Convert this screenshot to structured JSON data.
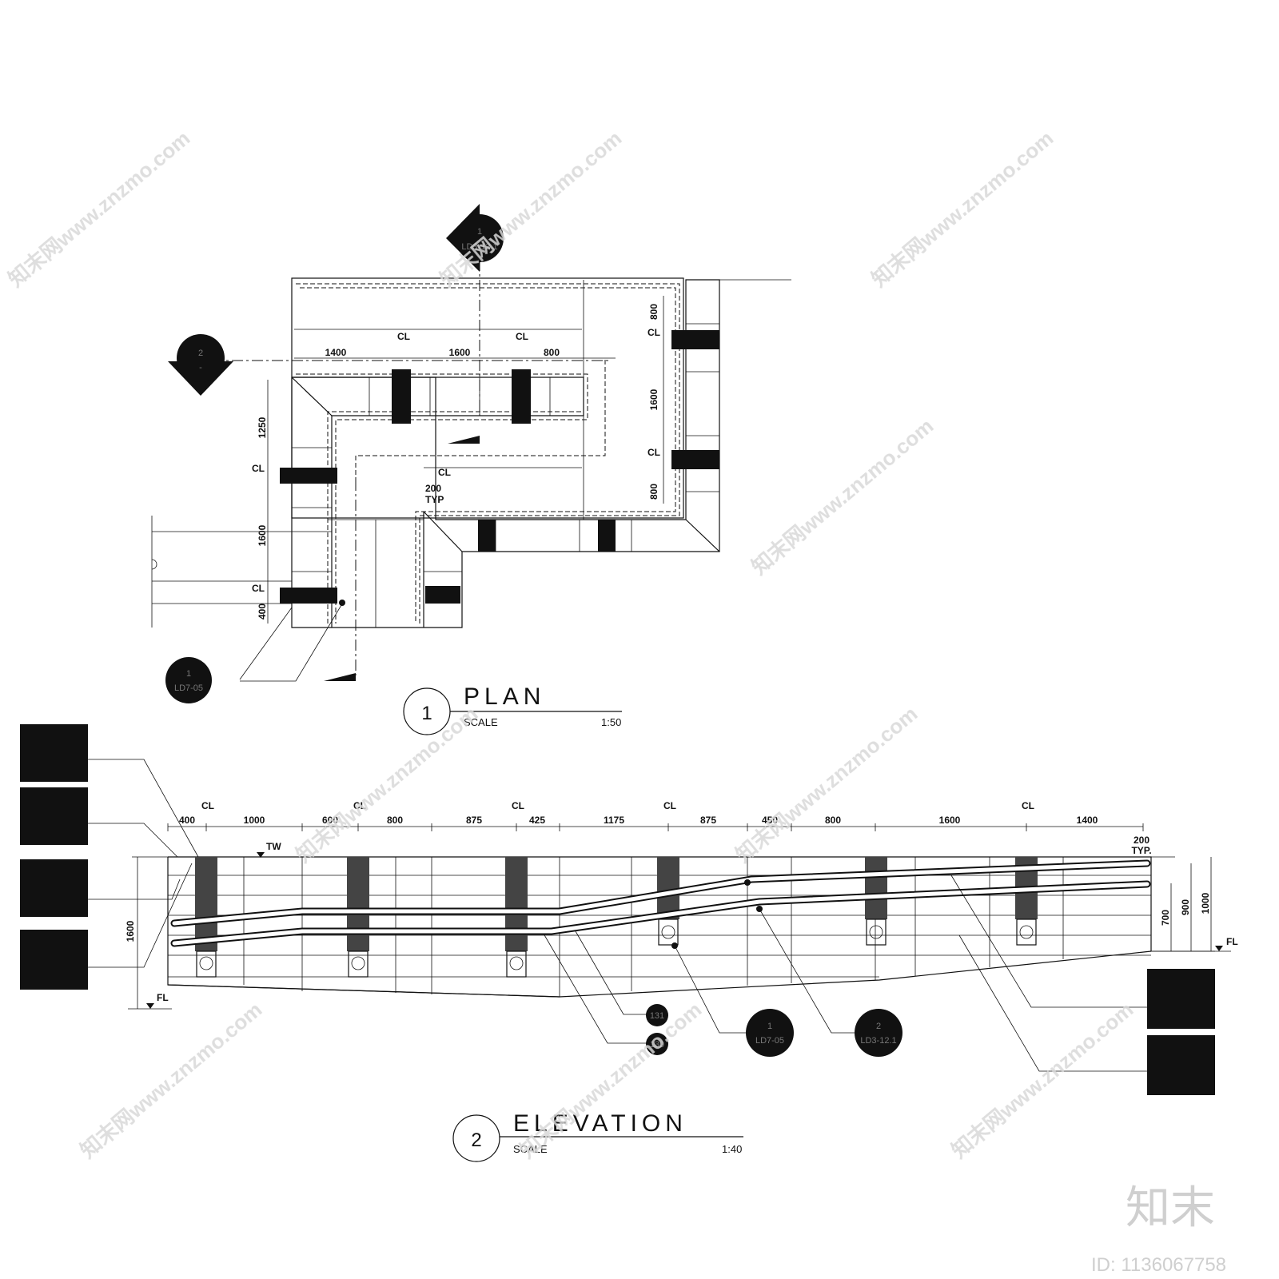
{
  "plan": {
    "title": "PLAN",
    "number": "1",
    "scale_label": "SCALE",
    "scale_value": "1:50",
    "dims_top": [
      "1400",
      "1600",
      "800"
    ],
    "dims_right": [
      "800",
      "1600",
      "800"
    ],
    "dims_left": [
      "1250",
      "1600",
      "400"
    ],
    "typ_a": "200",
    "typ_b": "TYP",
    "cl": "CL",
    "section_marker_top": {
      "num": "1",
      "ref": "LD3-12.1"
    },
    "section_marker_left": {
      "num": "2",
      "ref": "-"
    },
    "detail_callout": {
      "num": "1",
      "ref": "LD7-05"
    }
  },
  "elevation": {
    "title": "ELEVATION",
    "number": "2",
    "scale_label": "SCALE",
    "scale_value": "1:40",
    "dims_top": [
      "400",
      "1000",
      "600",
      "800",
      "875",
      "425",
      "1175",
      "875",
      "450",
      "800",
      "1600",
      "1400"
    ],
    "dims_right": [
      "200",
      "TYP.",
      "700",
      "900",
      "1000"
    ],
    "dim_left": "1600",
    "tw": "TW",
    "fl_left": "FL",
    "fl_right": "FL",
    "cl": "CL",
    "callouts": [
      {
        "num": "131"
      },
      {
        "num": "130"
      },
      {
        "num": "1",
        "ref": "LD7-05"
      },
      {
        "num": "2",
        "ref": "LD3-12.1"
      }
    ]
  },
  "watermark": {
    "site": "知末网www.znzmo.com",
    "brand": "知末",
    "id_text": "ID: 1136067758"
  }
}
